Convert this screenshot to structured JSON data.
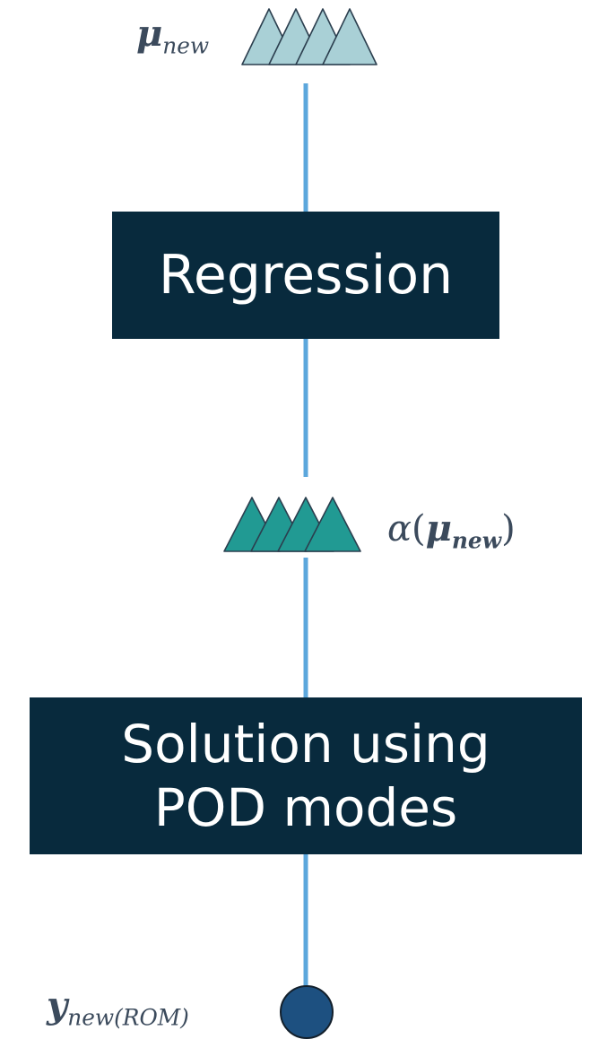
{
  "nodes": {
    "input": {
      "symbol": "μ",
      "subscript": "new"
    },
    "regression": {
      "label": "Regression"
    },
    "coefficients": {
      "func": "α",
      "open": "(",
      "symbol": "μ",
      "subscript": "new",
      "close": ")"
    },
    "solution": {
      "line1": "Solution using",
      "line2": "POD modes"
    },
    "output": {
      "symbol": "y",
      "subscript": "new(ROM)"
    }
  },
  "colors": {
    "connector": "#5ca7dc",
    "block_fill": "#082a3d",
    "input_triangles": "#a9d0d6",
    "coef_triangles": "#219a93",
    "output_circle": "#1d5080",
    "outline": "#2b3e4e"
  }
}
